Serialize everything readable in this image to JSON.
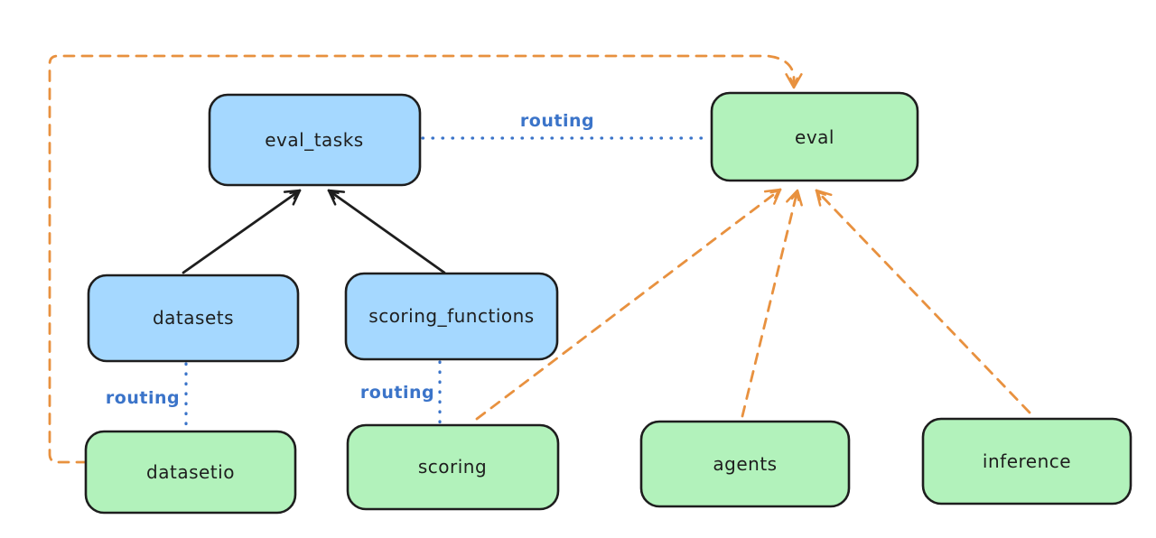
{
  "diagram": {
    "nodes": [
      {
        "id": "eval_tasks",
        "label": "eval_tasks",
        "color": "blue"
      },
      {
        "id": "eval",
        "label": "eval",
        "color": "green"
      },
      {
        "id": "datasets",
        "label": "datasets",
        "color": "blue"
      },
      {
        "id": "scoring_functions",
        "label": "scoring_functions",
        "color": "blue"
      },
      {
        "id": "datasetio",
        "label": "datasetio",
        "color": "green"
      },
      {
        "id": "scoring",
        "label": "scoring",
        "color": "green"
      },
      {
        "id": "agents",
        "label": "agents",
        "color": "green"
      },
      {
        "id": "inference",
        "label": "inference",
        "color": "green"
      }
    ],
    "edges": [
      {
        "from": "datasets",
        "to": "eval_tasks",
        "style": "solid",
        "color": "black",
        "label": ""
      },
      {
        "from": "scoring_functions",
        "to": "eval_tasks",
        "style": "solid",
        "color": "black",
        "label": ""
      },
      {
        "from": "eval_tasks",
        "to": "eval",
        "style": "dotted",
        "color": "blue",
        "label": "routing"
      },
      {
        "from": "datasets",
        "to": "datasetio",
        "style": "dotted",
        "color": "blue",
        "label": "routing"
      },
      {
        "from": "scoring_functions",
        "to": "scoring",
        "style": "dotted",
        "color": "blue",
        "label": "routing"
      },
      {
        "from": "datasetio",
        "to": "eval",
        "style": "dashed",
        "color": "orange",
        "label": ""
      },
      {
        "from": "scoring",
        "to": "eval",
        "style": "dashed",
        "color": "orange",
        "label": ""
      },
      {
        "from": "agents",
        "to": "eval",
        "style": "dashed",
        "color": "orange",
        "label": ""
      },
      {
        "from": "inference",
        "to": "eval",
        "style": "dashed",
        "color": "orange",
        "label": ""
      }
    ],
    "colors": {
      "blue_fill": "#a5d8ff",
      "green_fill": "#b2f2bb",
      "stroke": "#1e1e1e",
      "orange": "#e8913f",
      "blue_line": "#3b74c9",
      "background": "#ffffff"
    }
  }
}
